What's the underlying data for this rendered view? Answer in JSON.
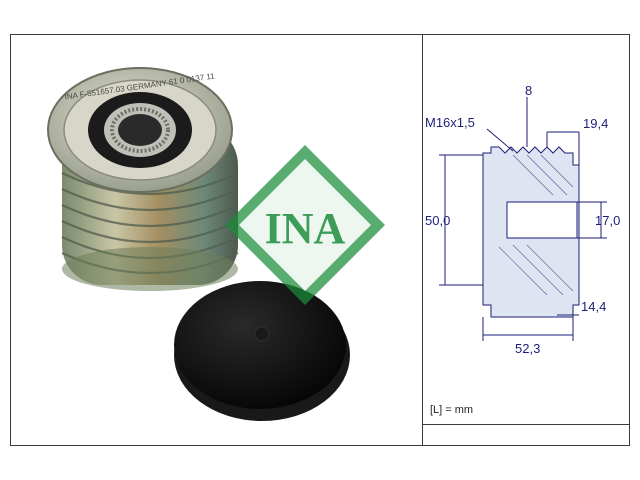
{
  "brand": {
    "logo_text": "INA",
    "logo_color": "#1a8c3a"
  },
  "part_marking": "INA  F-551657.03  GERMANY  61 0  0137 11",
  "dimensions": {
    "thread": "M16x1,5",
    "groove_count": "8",
    "d_19_4": "19,4",
    "d_50_0": "50,0",
    "d_17_0": "17,0",
    "d_14_4": "14,4",
    "d_52_3": "52,3"
  },
  "unit_note": "[L] = mm",
  "colors": {
    "dimension_line": "#1e1e7a",
    "frame": "#3a3a3a"
  }
}
